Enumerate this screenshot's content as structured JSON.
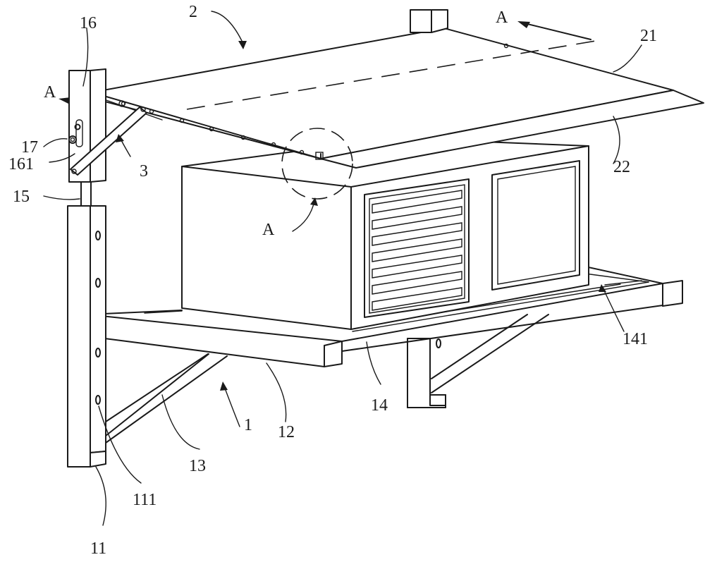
{
  "labels": {
    "l2": "2",
    "l16": "16",
    "lA_top": "A",
    "l21": "21",
    "lA_left": "A",
    "l17": "17",
    "l161": "161",
    "l3": "3",
    "l22": "22",
    "l15": "15",
    "lA_detail": "A",
    "l141": "141",
    "l1": "1",
    "l12": "12",
    "l14": "14",
    "l13": "13",
    "l111": "111",
    "l11": "11"
  }
}
